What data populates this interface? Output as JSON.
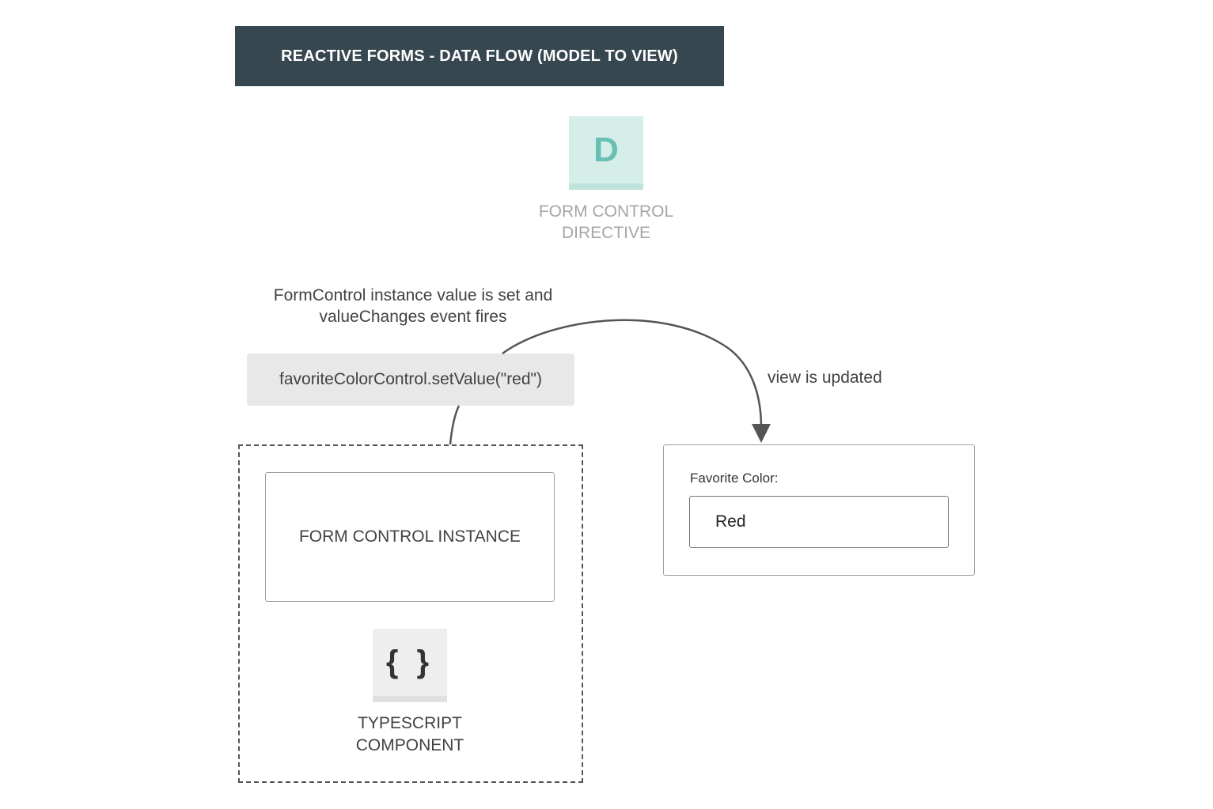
{
  "title": "REACTIVE FORMS - DATA FLOW (MODEL TO VIEW)",
  "directive": {
    "icon_letter": "D",
    "caption": "FORM CONTROL DIRECTIVE",
    "icon": "directive-d-icon",
    "color": "#68c0b3"
  },
  "annotations": {
    "set_value": "FormControl instance value is set and valueChanges event fires",
    "view_updated": "view is updated"
  },
  "code": {
    "call": "favoriteColorControl.setValue(\"red\")"
  },
  "component": {
    "instance_label": "FORM CONTROL INSTANCE",
    "icon_glyph": "{ }",
    "icon": "typescript-braces-icon",
    "caption": "TYPESCRIPT COMPONENT"
  },
  "view": {
    "field_label": "Favorite Color:",
    "field_value": "Red"
  },
  "colors": {
    "title_bar": "#37474f",
    "accent_teal": "#68c0b3"
  }
}
